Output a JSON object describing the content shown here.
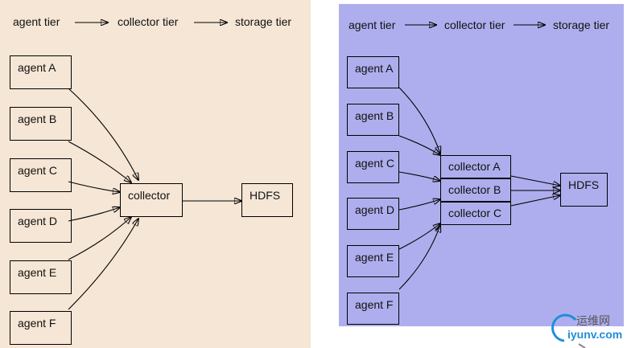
{
  "left_diagram": {
    "tiers": [
      "agent tier",
      "collector tier",
      "storage tier"
    ],
    "agents": [
      "agent A",
      "agent B",
      "agent C",
      "agent D",
      "agent E",
      "agent F"
    ],
    "collector": "collector",
    "storage": "HDFS"
  },
  "right_diagram": {
    "tiers": [
      "agent tier",
      "collector tier",
      "storage tier"
    ],
    "agents": [
      "agent A",
      "agent B",
      "agent C",
      "agent D",
      "agent E",
      "agent F"
    ],
    "collectors": [
      "collector A",
      "collector B",
      "collector C"
    ],
    "storage": "HDFS"
  },
  "watermark": {
    "cn": "运维网",
    "en": "iyunv.com"
  }
}
